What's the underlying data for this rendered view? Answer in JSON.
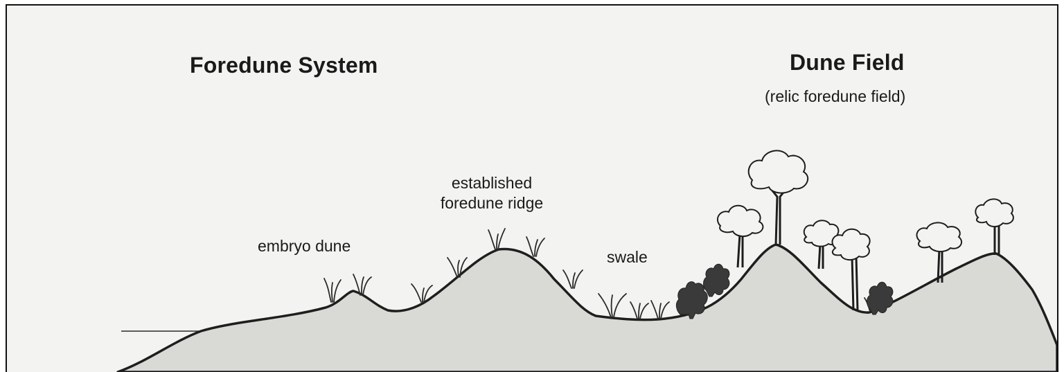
{
  "colors": {
    "ground": "#d9d9d6",
    "paper": "#f3f3f1",
    "outline": "#1e1e1e",
    "shrub": "#3a3a3a"
  },
  "labels": {
    "foredune_system": "Foredune System",
    "dune_field": "Dune Field",
    "dune_field_sub": "(relic foredune field)",
    "embryo_dune": "embryo dune",
    "established_line1": "established",
    "established_line2": "foredune ridge",
    "swale": "swale"
  },
  "icons": [
    "grass-tuft-icon",
    "shrub-icon",
    "tree-icon"
  ]
}
